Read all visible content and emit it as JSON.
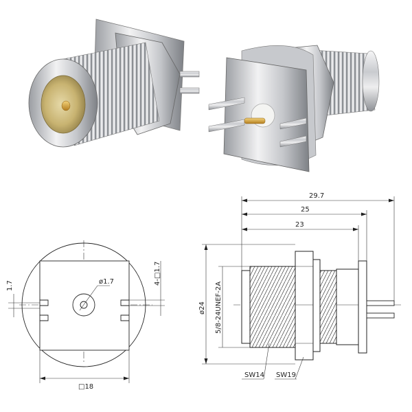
{
  "photos": {
    "front_view": "n-connector-front-photo",
    "rear_view": "n-connector-rear-photo"
  },
  "front_drawing": {
    "dim_hole": "ø1.7",
    "dim_pin_width": "1.7",
    "dim_slots": "4-□1.7",
    "dim_flange": "□18"
  },
  "side_drawing": {
    "dim_total_length": "29.7",
    "dim_length_25": "25",
    "dim_length_23": "23",
    "dim_diameter": "ø24",
    "thread_spec": "5/8-24UNEF-2A",
    "wrench_small": "SW14",
    "wrench_large": "SW19"
  },
  "colors": {
    "metal_light": "#e8e8ea",
    "metal_mid": "#b9bbbf",
    "metal_dark": "#6f7277",
    "gold": "#d9a53a",
    "insulator": "#f4f4f2"
  }
}
